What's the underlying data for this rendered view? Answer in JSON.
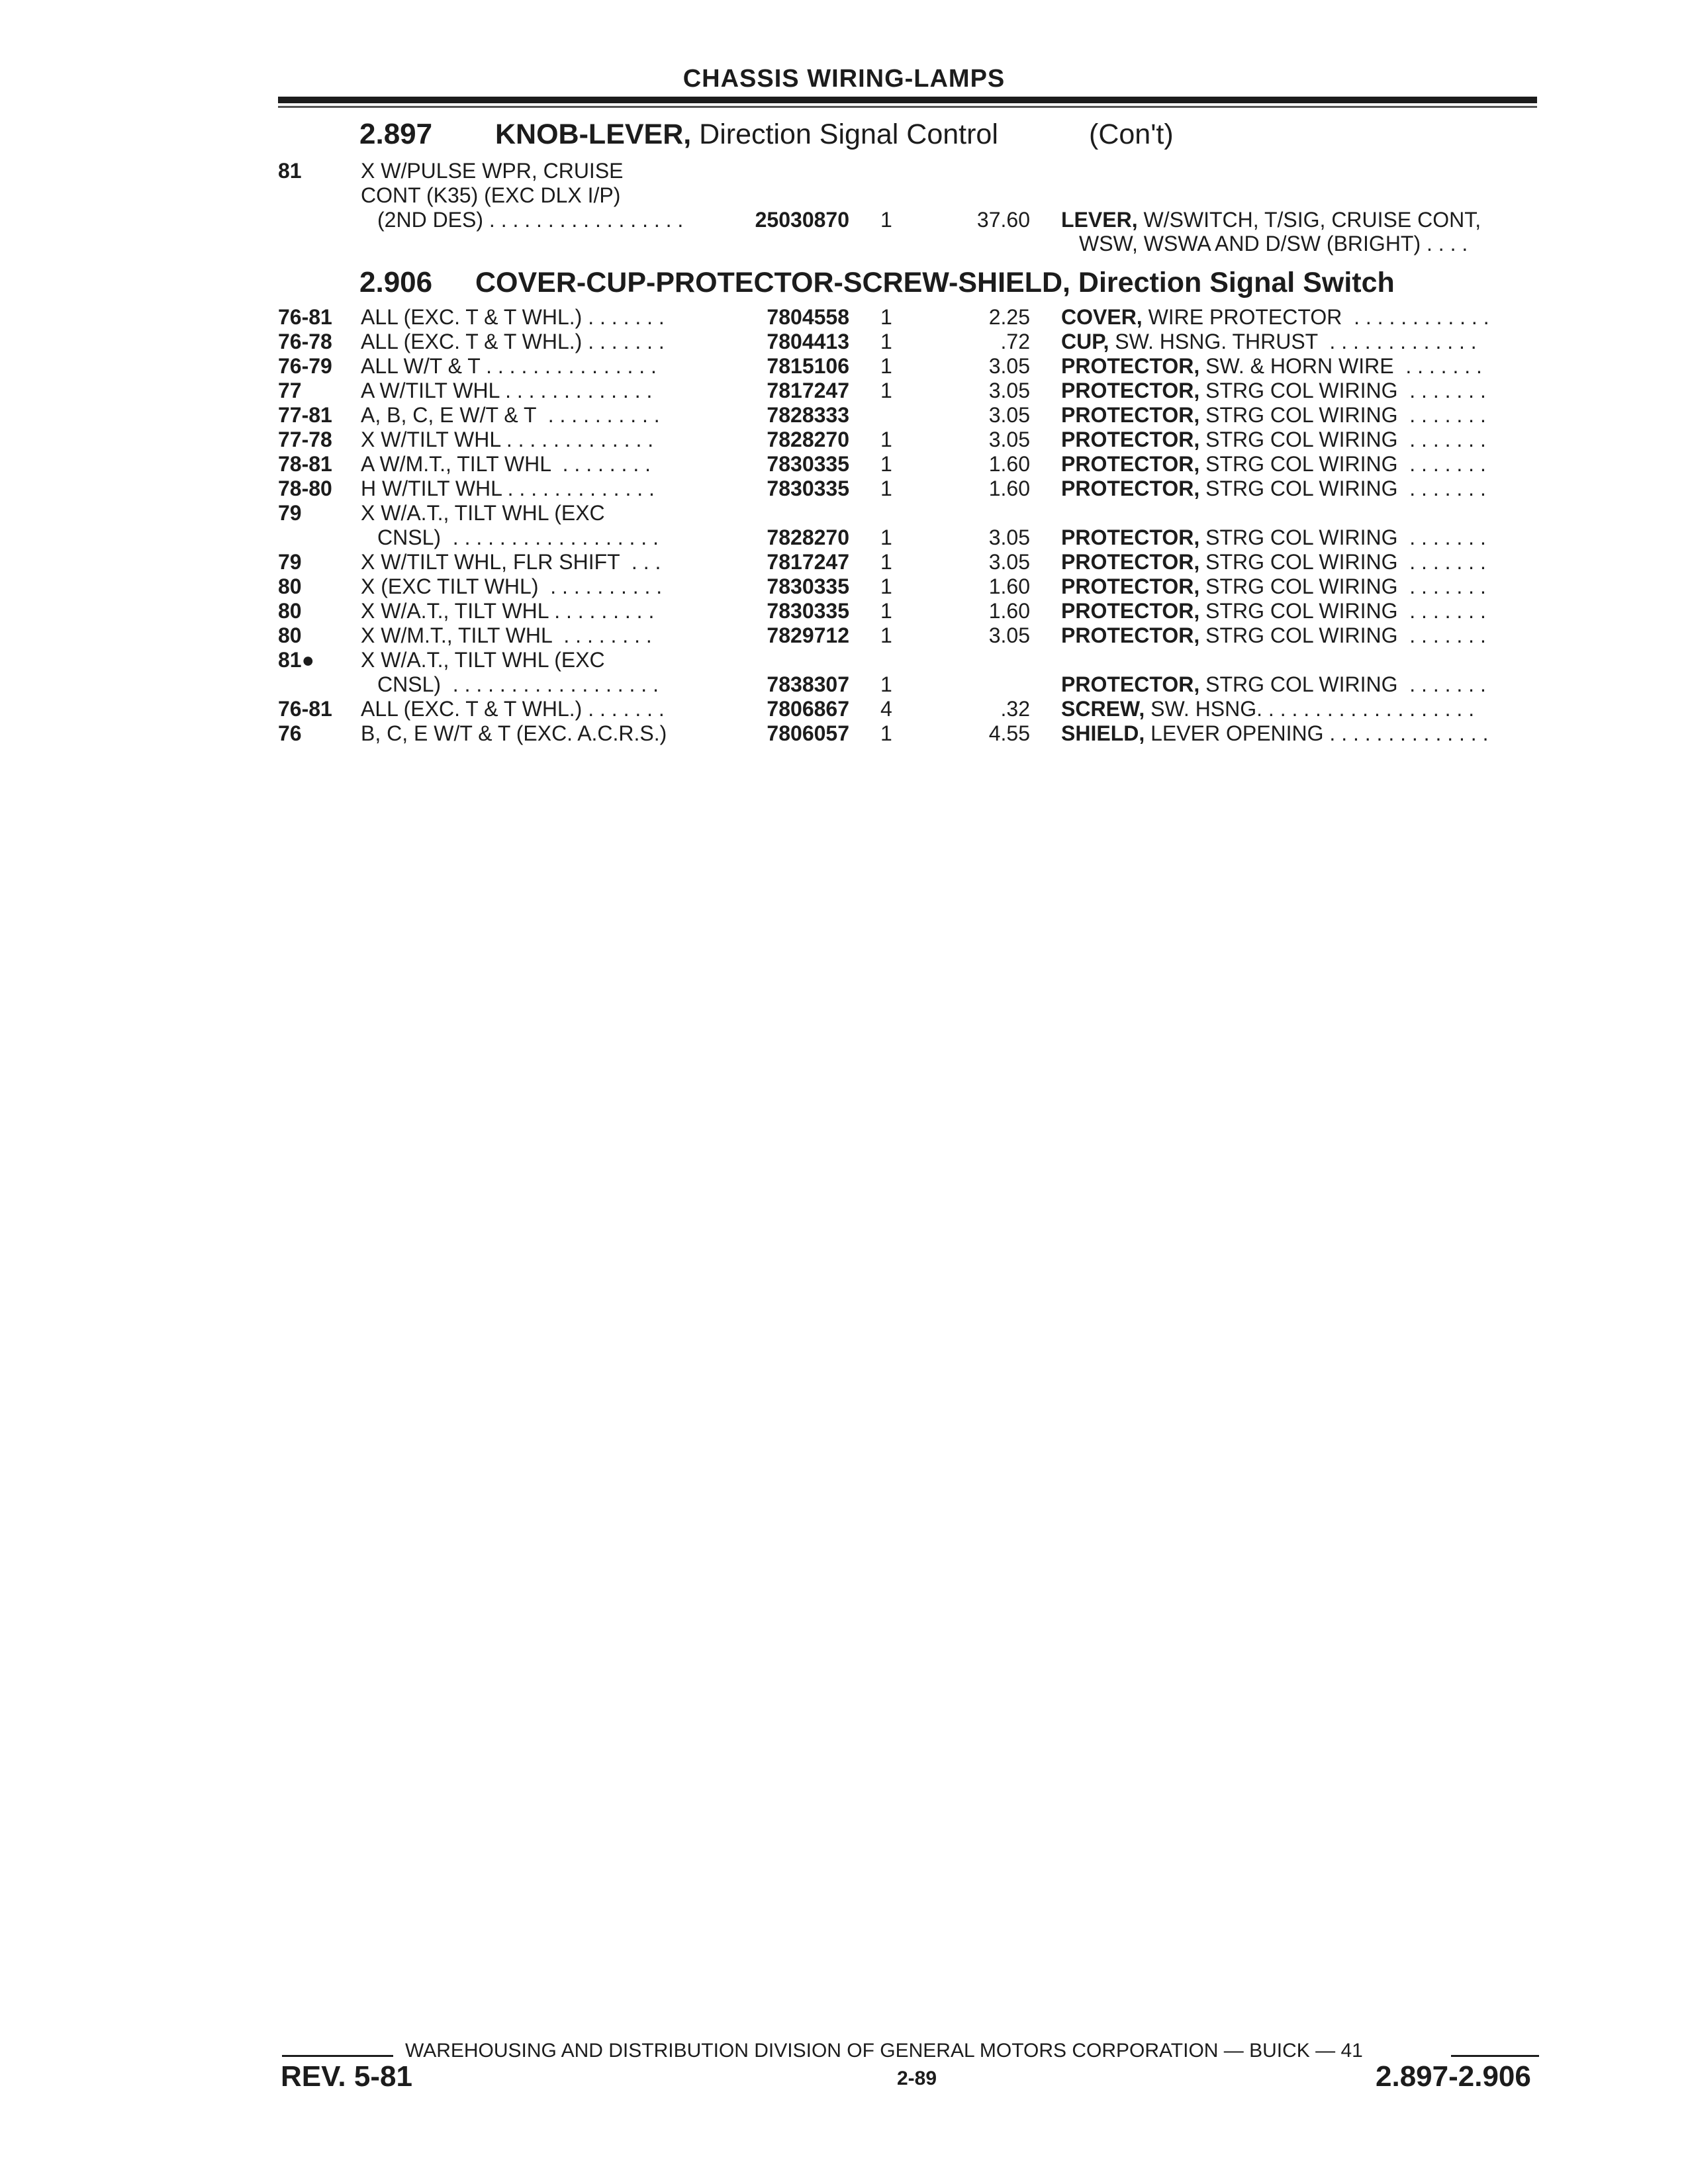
{
  "header": {
    "title": "CHASSIS WIRING-LAMPS"
  },
  "section1": {
    "number": "2.897",
    "title_bold": "KNOB-LEVER,",
    "title_rest": " Direction Signal Control",
    "cont": "(Con't)",
    "rows": [
      {
        "year": "81",
        "desc": "X W/PULSE WPR, CRUISE"
      },
      {
        "year": "",
        "desc": "CONT (K35) (EXC DLX I/P)"
      },
      {
        "year": "",
        "desc": "(2ND DES) . . . . . . . . . . . . . . . . .",
        "part": "25030870",
        "qty": "1",
        "price": "37.60",
        "name_bold": "LEVER,",
        "name_rest": " W/SWITCH, T/SIG, CRUISE CONT,"
      },
      {
        "year": "",
        "desc": "",
        "name_rest": "WSW, WSWA AND D/SW (BRIGHT) . . . ."
      }
    ]
  },
  "section2": {
    "number": "2.906",
    "title_bold": "COVER-CUP-PROTECTOR-SCREW-SHIELD,",
    "title_rest": " Direction Signal Switch",
    "rows": [
      {
        "year": "76-81",
        "desc": "ALL (EXC. T & T WHL.) . . . . . . .",
        "part": "7804558",
        "qty": "1",
        "price": "2.25",
        "name_bold": "COVER,",
        "name_rest": " WIRE PROTECTOR  . . . . . . . . . . . ."
      },
      {
        "year": "76-78",
        "desc": "ALL (EXC. T & T WHL.) . . . . . . .",
        "part": "7804413",
        "qty": "1",
        "price": ".72",
        "name_bold": "CUP,",
        "name_rest": " SW. HSNG. THRUST  . . . . . . . . . . . . ."
      },
      {
        "year": "76-79",
        "desc": "ALL W/T & T . . . . . . . . . . . . . . .",
        "part": "7815106",
        "qty": "1",
        "price": "3.05",
        "name_bold": "PROTECTOR,",
        "name_rest": " SW. & HORN WIRE  . . . . . . ."
      },
      {
        "year": "77",
        "desc": "A W/TILT WHL . . . . . . . . . . . . .",
        "part": "7817247",
        "qty": "1",
        "price": "3.05",
        "name_bold": "PROTECTOR,",
        "name_rest": " STRG COL WIRING  . . . . . . ."
      },
      {
        "year": "77-81",
        "desc": "A, B, C, E W/T & T  . . . . . . . . . .",
        "part": "7828333",
        "qty": "",
        "price": "3.05",
        "name_bold": "PROTECTOR,",
        "name_rest": " STRG COL WIRING  . . . . . . ."
      },
      {
        "year": "77-78",
        "desc": "X W/TILT WHL . . . . . . . . . . . . .",
        "part": "7828270",
        "qty": "1",
        "price": "3.05",
        "name_bold": "PROTECTOR,",
        "name_rest": " STRG COL WIRING  . . . . . . ."
      },
      {
        "year": "78-81",
        "desc": "A W/M.T., TILT WHL  . . . . . . . .",
        "part": "7830335",
        "qty": "1",
        "price": "1.60",
        "name_bold": "PROTECTOR,",
        "name_rest": " STRG COL WIRING  . . . . . . ."
      },
      {
        "year": "78-80",
        "desc": "H W/TILT WHL . . . . . . . . . . . . .",
        "part": "7830335",
        "qty": "1",
        "price": "1.60",
        "name_bold": "PROTECTOR,",
        "name_rest": " STRG COL WIRING  . . . . . . ."
      },
      {
        "year": "79",
        "desc": "X W/A.T., TILT WHL (EXC"
      },
      {
        "year": "",
        "desc": "CNSL)  . . . . . . . . . . . . . . . . . .",
        "part": "7828270",
        "qty": "1",
        "price": "3.05",
        "name_bold": "PROTECTOR,",
        "name_rest": " STRG COL WIRING  . . . . . . ."
      },
      {
        "year": "79",
        "desc": "X W/TILT WHL, FLR SHIFT  . . .",
        "part": "7817247",
        "qty": "1",
        "price": "3.05",
        "name_bold": "PROTECTOR,",
        "name_rest": " STRG COL WIRING  . . . . . . ."
      },
      {
        "year": "80",
        "desc": "X (EXC TILT WHL)  . . . . . . . . . .",
        "part": "7830335",
        "qty": "1",
        "price": "1.60",
        "name_bold": "PROTECTOR,",
        "name_rest": " STRG COL WIRING  . . . . . . ."
      },
      {
        "year": "80",
        "desc": "X W/A.T., TILT WHL . . . . . . . . .",
        "part": "7830335",
        "qty": "1",
        "price": "1.60",
        "name_bold": "PROTECTOR,",
        "name_rest": " STRG COL WIRING  . . . . . . ."
      },
      {
        "year": "80",
        "desc": "X W/M.T., TILT WHL  . . . . . . . .",
        "part": "7829712",
        "qty": "1",
        "price": "3.05",
        "name_bold": "PROTECTOR,",
        "name_rest": " STRG COL WIRING  . . . . . . ."
      },
      {
        "year": "81●",
        "desc": "X W/A.T., TILT WHL (EXC"
      },
      {
        "year": "",
        "desc": "CNSL)  . . . . . . . . . . . . . . . . . .",
        "part": "7838307",
        "qty": "1",
        "price": "",
        "name_bold": "PROTECTOR,",
        "name_rest": " STRG COL WIRING  . . . . . . ."
      },
      {
        "year": "76-81",
        "desc": "ALL (EXC. T & T WHL.) . . . . . . .",
        "part": "7806867",
        "qty": "4",
        "price": ".32",
        "name_bold": "SCREW,",
        "name_rest": " SW. HSNG. . . . . . . . . . . . . . . . . . ."
      },
      {
        "year": "76",
        "desc": "B, C, E W/T & T (EXC. A.C.R.S.)",
        "part": "7806057",
        "qty": "1",
        "price": "4.55",
        "name_bold": "SHIELD,",
        "name_rest": " LEVER OPENING . . . . . . . . . . . . . ."
      }
    ]
  },
  "footer": {
    "line": "WAREHOUSING AND DISTRIBUTION DIVISION OF GENERAL MOTORS CORPORATION — BUICK — 41",
    "rev": "REV. 5-81",
    "page": "2-89",
    "range": "2.897-2.906"
  }
}
